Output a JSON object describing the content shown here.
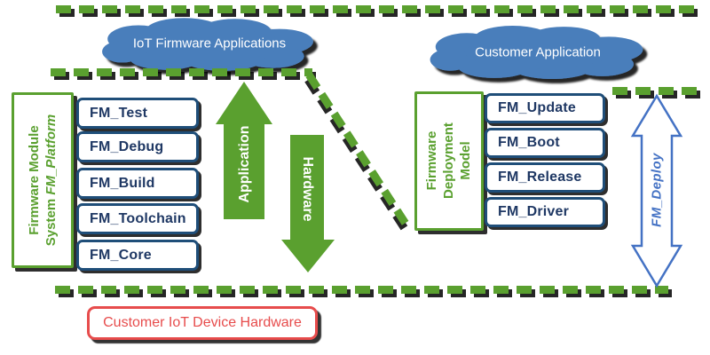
{
  "diagram": {
    "clouds": {
      "left": "IoT Firmware Applications",
      "right": "Customer Application"
    },
    "left_panel": {
      "title_line1": "Firmware Module",
      "title_line2_prefix": "System",
      "title_line2_italic": "FM_Platform",
      "modules": [
        "FM_Test",
        "FM_Debug",
        "FM_Build",
        "FM_Toolchain",
        "FM_Core"
      ]
    },
    "right_panel": {
      "title": "Firmware Deployment Model",
      "modules": [
        "FM_Update",
        "FM_Boot",
        "FM_Release",
        "FM_Driver"
      ]
    },
    "arrows": {
      "application": "Application",
      "hardware": "Hardware",
      "deploy": "FM_Deploy"
    },
    "bottom_box": {
      "label": "Customer IoT Device Hardware"
    },
    "colors": {
      "green": "#5aa02f",
      "cloud_blue": "#4a7ebb",
      "module_border": "#1f4e79",
      "module_text": "#1f3864",
      "deploy_blue": "#4472c4",
      "red": "#e74c4c"
    }
  }
}
